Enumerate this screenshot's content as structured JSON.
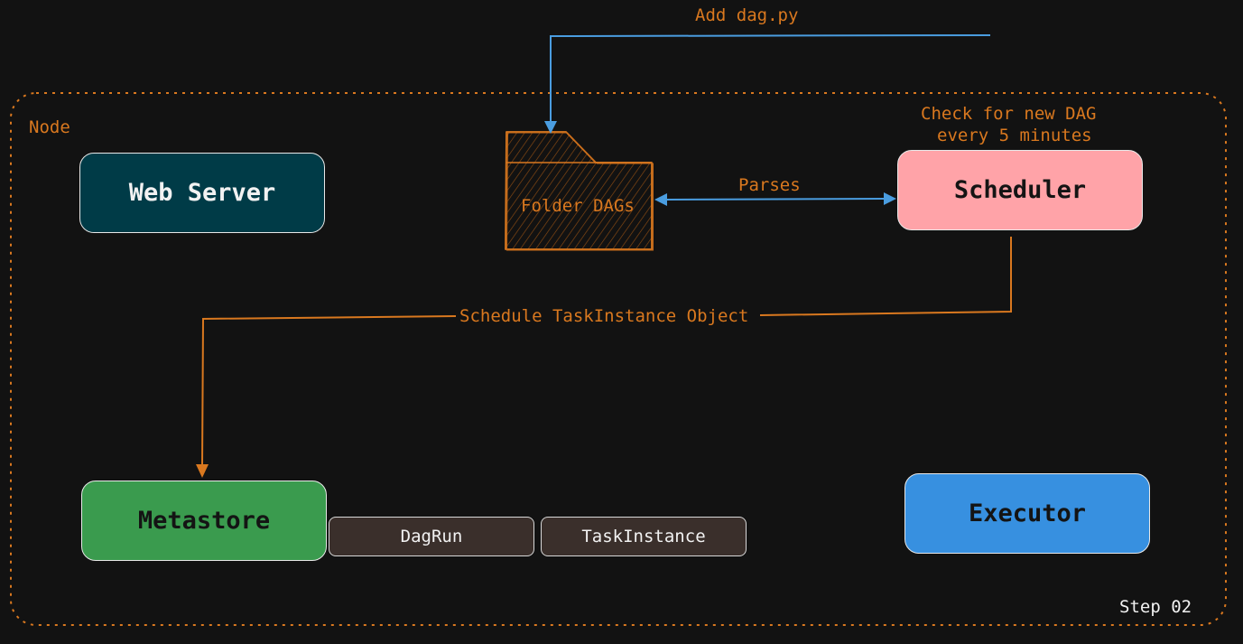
{
  "node_label": "Node",
  "step_label": "Step 02",
  "upload_label": "Add dag.py",
  "folder_label": "Folder DAGs",
  "parses_label": "Parses",
  "scheduler_note": [
    "Check for new DAG",
    "every 5 minutes"
  ],
  "schedule_label": "Schedule TaskInstance Object",
  "components": {
    "web_server": "Web Server",
    "scheduler": "Scheduler",
    "metastore": "Metastore",
    "executor": "Executor"
  },
  "tables": [
    "DagRun",
    "TaskInstance"
  ],
  "colors": {
    "background": "#121212",
    "accent_orange": "#d9781f",
    "arrow_blue": "#4a9de0",
    "web_server_fill": "#003b47",
    "scheduler_fill": "#ffa3a8",
    "metastore_fill": "#3a9b4e",
    "executor_fill": "#3790e0",
    "table_fill": "#3a2f2b"
  }
}
